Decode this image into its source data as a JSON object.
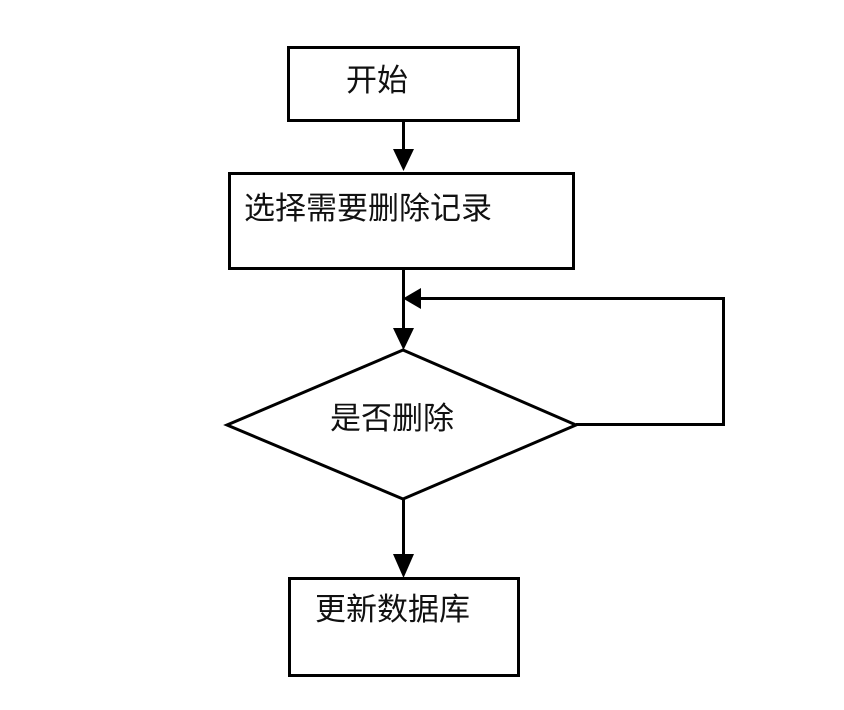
{
  "flowchart": {
    "nodes": {
      "start": {
        "label": "开始",
        "shape": "rectangle"
      },
      "select": {
        "label": "选择需要删除记录",
        "shape": "rectangle"
      },
      "decision": {
        "label": "是否删除",
        "shape": "diamond"
      },
      "update": {
        "label": "更新数据库",
        "shape": "rectangle"
      }
    },
    "edges": [
      {
        "from": "start",
        "to": "select",
        "kind": "arrow-down"
      },
      {
        "from": "select",
        "to": "decision",
        "kind": "arrow-down"
      },
      {
        "from": "decision",
        "to": "select-decision-junction",
        "kind": "loop-right-up-left"
      },
      {
        "from": "decision",
        "to": "update",
        "kind": "arrow-down"
      }
    ],
    "colors": {
      "line": "#000000",
      "text": "#111111",
      "background": "#ffffff"
    }
  }
}
